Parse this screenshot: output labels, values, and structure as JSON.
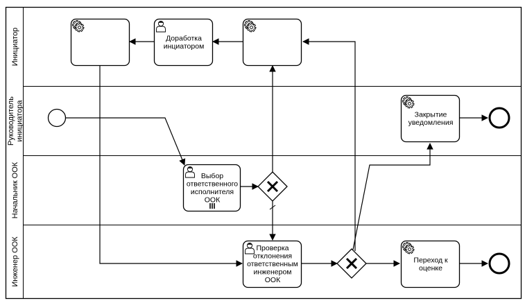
{
  "lanes": [
    {
      "id": "initiator",
      "label": "Инициатор"
    },
    {
      "id": "head",
      "label": "Руководитель инициатора",
      "lines": [
        "Руководитель",
        "инициатора"
      ]
    },
    {
      "id": "ook_head",
      "label": "Начальник ООК"
    },
    {
      "id": "engineer",
      "label": "Инженер ООК"
    }
  ],
  "tasks": {
    "init_service_1": {
      "type": "service",
      "lines": []
    },
    "init_rework": {
      "type": "user",
      "label": "Доработка инициатором",
      "lines": [
        "Доработка",
        "инциатором"
      ]
    },
    "init_service_2": {
      "type": "service",
      "lines": []
    },
    "head_close": {
      "type": "service",
      "label": "Закрытие уведомления",
      "lines": [
        "Закрытие",
        "уведомления"
      ]
    },
    "ook_select": {
      "type": "user",
      "label": "Выбор ответственного исполнителя ООК",
      "lines": [
        "Выбор",
        "ответственного",
        "исполнителя",
        "ООК"
      ]
    },
    "eng_check": {
      "type": "user",
      "label": "Проверка отклонения ответственным инженером ООК",
      "lines": [
        "Проверка",
        "отклонения",
        "ответственным",
        "инженером",
        "ООК"
      ]
    },
    "eng_transfer": {
      "type": "service",
      "label": "Переход к оценке",
      "lines": [
        "Переход к",
        "оценке"
      ]
    }
  },
  "gateways": {
    "ook_gateway": {
      "type": "exclusive"
    },
    "eng_gateway": {
      "type": "exclusive"
    }
  },
  "events": {
    "start": {
      "type": "start"
    },
    "end_head": {
      "type": "end"
    },
    "end_engineer": {
      "type": "end"
    }
  }
}
